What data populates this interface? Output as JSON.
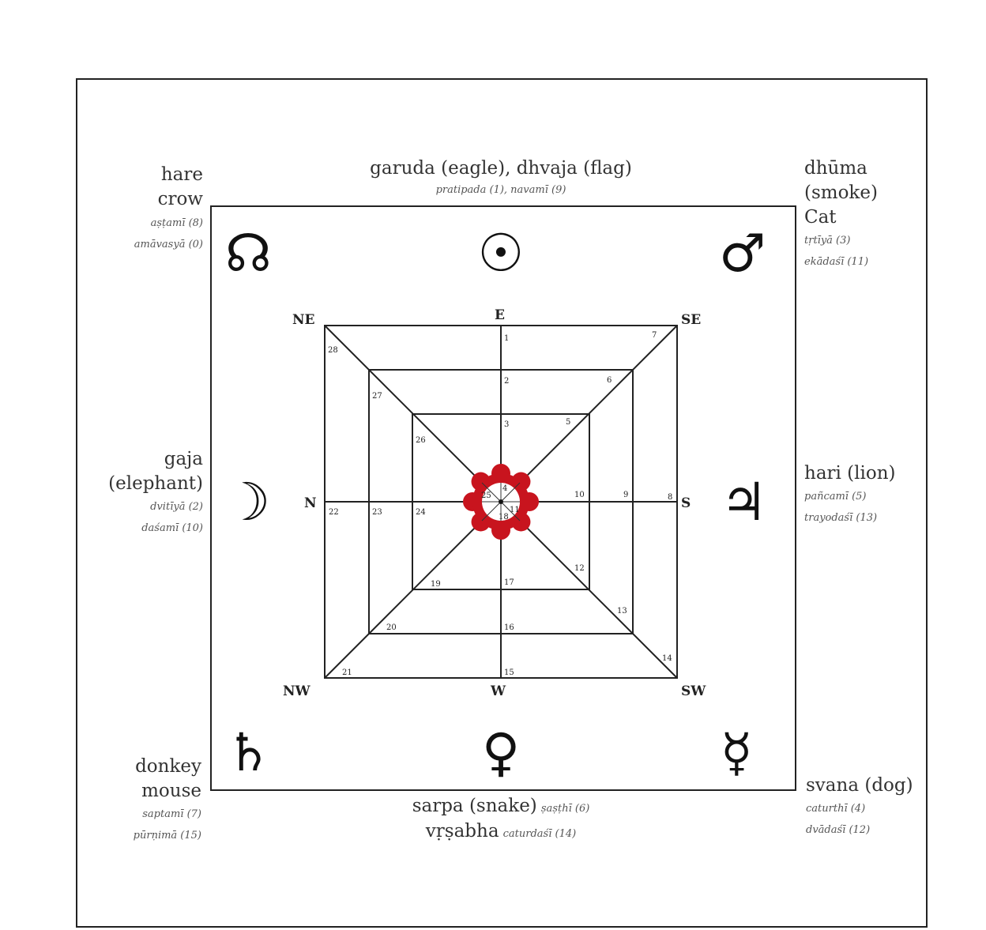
{
  "labels": {
    "top": {
      "name": "garuda (eagle), dhvaja (flag)",
      "tithi": "pratipada (1), navamī (9)"
    },
    "top_left": {
      "name1": "hare",
      "name2": "crow",
      "tithi1": "aṣṭamī (8)",
      "tithi2": "amāvasyā (0)"
    },
    "top_right": {
      "name1": "dhūma",
      "name2": "(smoke)",
      "name3": "Cat",
      "tithi1": "tṛtīyā (3)",
      "tithi2": "ekādaśī (11)"
    },
    "left": {
      "name1": "gaja",
      "name2": "(elephant)",
      "tithi1": "dvitīyā (2)",
      "tithi2": "daśamī (10)"
    },
    "right": {
      "name": "hari (lion)",
      "tithi1": "pañcamī (5)",
      "tithi2": "trayodaśī (13)"
    },
    "bottom_left": {
      "name1": "donkey",
      "name2": "mouse",
      "tithi1": "saptamī (7)",
      "tithi2": "pūrṇimā (15)"
    },
    "bottom": {
      "name1": "sarpa (snake)",
      "tithi1": "ṣaṣṭhī (6)",
      "name2": "vṛṣabha",
      "tithi2": "caturdaśī (14)"
    },
    "bottom_right": {
      "name": "svana (dog)",
      "tithi1": "caturthī (4)",
      "tithi2": "dvādaśī (12)"
    }
  },
  "symbols": {
    "ne": "☊",
    "e": "☉",
    "se": "♂",
    "n": "☽",
    "s": "♃",
    "nw": "♄",
    "w": "♀",
    "sw": "☿"
  },
  "directions": {
    "NE": "NE",
    "E": "E",
    "SE": "SE",
    "N": "N",
    "S": "S",
    "NW": "NW",
    "W": "W",
    "SW": "SW"
  },
  "grid_numbers": [
    "1",
    "2",
    "3",
    "4",
    "5",
    "6",
    "7",
    "8",
    "9",
    "10",
    "11",
    "12",
    "13",
    "14",
    "15",
    "16",
    "17",
    "18",
    "19",
    "20",
    "21",
    "22",
    "23",
    "24",
    "25",
    "26",
    "27",
    "28"
  ],
  "colors": {
    "lotus": "#c8141e",
    "line": "#222222"
  }
}
